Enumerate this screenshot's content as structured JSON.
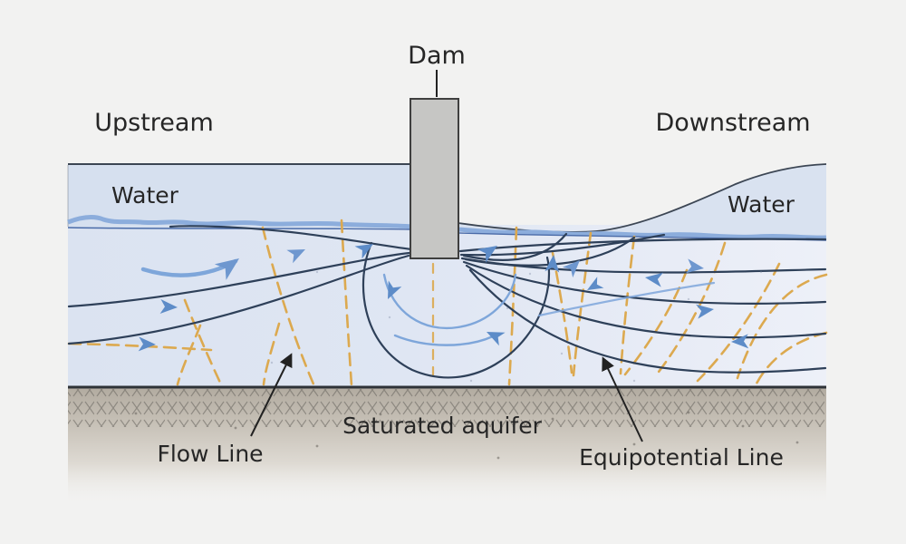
{
  "labels": {
    "dam": "Dam",
    "upstream": "Upstream",
    "downstream": "Downstream",
    "water_upstream": "Water",
    "water_downstream": "Water",
    "saturated_aquifer": "Saturated aquifer",
    "flow_line": "Flow Line",
    "equipotential_line": "Equipotential Line"
  },
  "colors": {
    "background": "#f2f2f1",
    "water_fill": "#d6e0ef",
    "water_fill_downstream": "#d9e2f0",
    "subsurface_fill_left": "#dbe3f1",
    "subsurface_fill_right": "#edf0f8",
    "wave_blue": "#8caddc",
    "wave_line": "#4a6ba8",
    "surface_line": "#3c4654",
    "flow_line_navy": "#2e4059",
    "flow_line_light_blue": "#7ea6da",
    "arrow_blue": "#5d8cc8",
    "equipotential_orange": "#dca94f",
    "dam_fill": "#c6c6c4",
    "dam_border": "#3f3f3f",
    "ground_tan": "#b2aba0",
    "ground_hatch": "#6e6a64",
    "ground_line": "#2e3237",
    "label_arrow": "#222222",
    "text": "#262626"
  },
  "icons": {
    "flow_arrowhead": "blue triangular flow-direction arrowhead",
    "label_arrowhead": "black pointer arrowhead"
  }
}
